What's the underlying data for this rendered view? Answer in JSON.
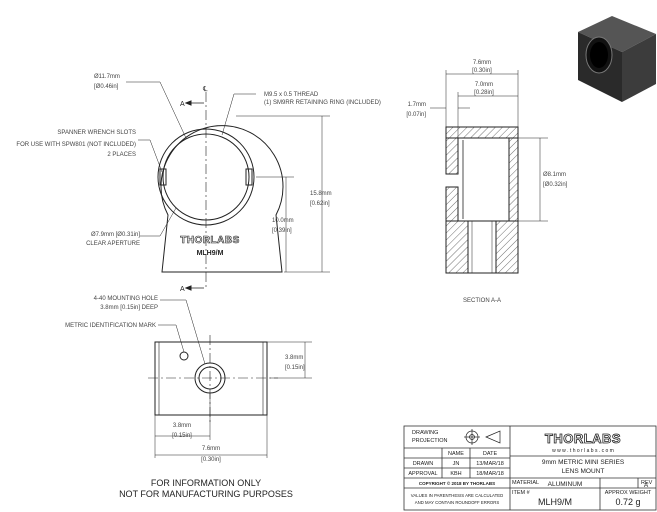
{
  "front_view": {
    "dim_outer_dia": "Ø11.7mm",
    "dim_outer_dia_in": "[Ø0.46in]",
    "thread_note_1": "M9.5 x 0.5 THREAD",
    "thread_note_2": "(1) SM9RR RETAINING RING (INCLUDED)",
    "spanner_note_1": "SPANNER WRENCH SLOTS",
    "spanner_note_2": "FOR USE WITH SPW801 (NOT INCLUDED)",
    "spanner_note_3": "2 PLACES",
    "clear_aperture_1": "Ø7.9mm [Ø0.31in]",
    "clear_aperture_2": "CLEAR APERTURE",
    "height_mm": "15.8mm",
    "height_in": "[0.62in]",
    "center_mm": "10.0mm",
    "center_in": "[0.39in]",
    "logo": "THORLABS",
    "part_label": "MLH9/M",
    "section_marker": "A",
    "centerline": "℄"
  },
  "section_view": {
    "width_outer_mm": "7.6mm",
    "width_outer_in": "[0.30in]",
    "width_inner_mm": "7.0mm",
    "width_inner_in": "[0.28in]",
    "lip_mm": "1.7mm",
    "lip_in": "[0.07in]",
    "bore_mm": "Ø8.1mm",
    "bore_in": "[Ø0.32in]",
    "caption": "SECTION A-A"
  },
  "bottom_view": {
    "hole_note_1": "4-40 MOUNTING HOLE",
    "hole_note_2": "3.8mm [0.15in] DEEP",
    "metric_mark": "METRIC IDENTIFICATION MARK",
    "side_mm": "3.8mm",
    "side_in": "[0.15in]",
    "off_mm": "3.8mm",
    "off_in": "[0.15in]",
    "width_mm": "7.6mm",
    "width_in": "[0.30in]"
  },
  "disclaimer_1": "FOR INFORMATION ONLY",
  "disclaimer_2": "NOT FOR MANUFACTURING PURPOSES",
  "title_block": {
    "drawing_projection_1": "DRAWING",
    "drawing_projection_2": "PROJECTION",
    "logo": "THORLABS",
    "website": "w w w . t h o r l a b s . c o m",
    "col_name": "NAME",
    "col_date": "DATE",
    "drawn_label": "DRAWN",
    "drawn_name": "JN",
    "drawn_date": "13/MAR/18",
    "approval_label": "APPROVAL",
    "approval_name": "KBH",
    "approval_date": "18/MAR/18",
    "copyright": "COPYRIGHT © 2018 BY THORLABS",
    "note_1": "VALUES IN PARENTHESIS ARE CALCULATED",
    "note_2": "AND MAY CONTAIN ROUNDOFF ERRORS",
    "title_1": "9mm METRIC MINI SERIES",
    "title_2": "LENS MOUNT",
    "material_label": "MATERIAL",
    "material_value": "ALUMINUM",
    "rev_label": "REV",
    "rev_value": "A",
    "item_label": "ITEM #",
    "item_value": "MLH9/M",
    "weight_label": "APPROX WEIGHT",
    "weight_value": "0.72 g"
  }
}
